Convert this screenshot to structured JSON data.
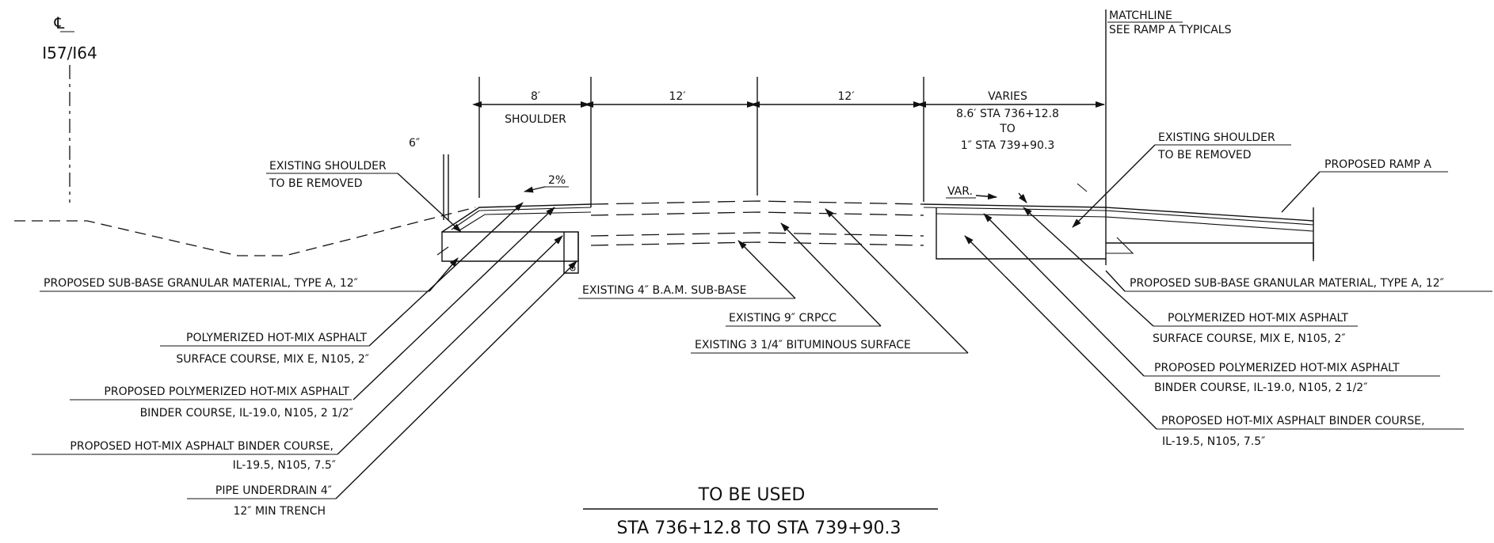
{
  "centerline": {
    "symbol": "℄",
    "label": "I57/I64"
  },
  "matchline": {
    "title": "MATCHLINE",
    "note": "SEE RAMP A TYPICALS"
  },
  "dimensions": {
    "shoulder_width": "8′",
    "shoulder_label": "SHOULDER",
    "lane1": "12′",
    "lane2": "12′",
    "varies": "VARIES",
    "varies_line1": "8.6′ STA 736+12.8",
    "varies_line2": "TO",
    "varies_line3": "1″ STA 739+90.3",
    "inch6": "6″",
    "slope": "2%",
    "var": "VAR."
  },
  "labels": {
    "existing_shoulder_left_1": "EXISTING SHOULDER",
    "existing_shoulder_left_2": "TO BE REMOVED",
    "existing_shoulder_right_1": "EXISTING SHOULDER",
    "existing_shoulder_right_2": "TO BE REMOVED",
    "proposed_ramp_a": "PROPOSED RAMP A",
    "subbase_left": "PROPOSED SUB-BASE GRANULAR MATERIAL, TYPE A, 12″",
    "subbase_right": "PROPOSED SUB-BASE GRANULAR MATERIAL, TYPE A, 12″",
    "poly_left_1": "POLYMERIZED HOT-MIX ASPHALT",
    "poly_left_2": "SURFACE COURSE, MIX E, N105, 2″",
    "prop_poly_left_1": "PROPOSED POLYMERIZED HOT-MIX ASPHALT",
    "prop_poly_left_2": "BINDER COURSE, IL-19.0, N105, 2 1/2″",
    "prop_hma_left_1": "PROPOSED HOT-MIX ASPHALT BINDER COURSE,",
    "prop_hma_left_2": "IL-19.5, N105, 7.5″",
    "underdrain_1": "PIPE UNDERDRAIN 4″",
    "underdrain_2": "12″ MIN TRENCH",
    "existing_bam": "EXISTING 4″ B.A.M. SUB-BASE",
    "existing_crpcc": "EXISTING 9″ CRPCC",
    "existing_bit": "EXISTING 3 1/4″ BITUMINOUS SURFACE",
    "poly_right_1": "POLYMERIZED HOT-MIX ASPHALT",
    "poly_right_2": "SURFACE COURSE, MIX E, N105, 2″",
    "prop_poly_right_1": "PROPOSED POLYMERIZED HOT-MIX ASPHALT",
    "prop_poly_right_2": "BINDER COURSE, IL-19.0, N105, 2 1/2″",
    "prop_hma_right_1": "PROPOSED HOT-MIX ASPHALT BINDER COURSE,",
    "prop_hma_right_2": "IL-19.5, N105, 7.5″"
  },
  "footer": {
    "title": "TO BE USED",
    "range": "STA 736+12.8 TO STA 739+90.3"
  }
}
